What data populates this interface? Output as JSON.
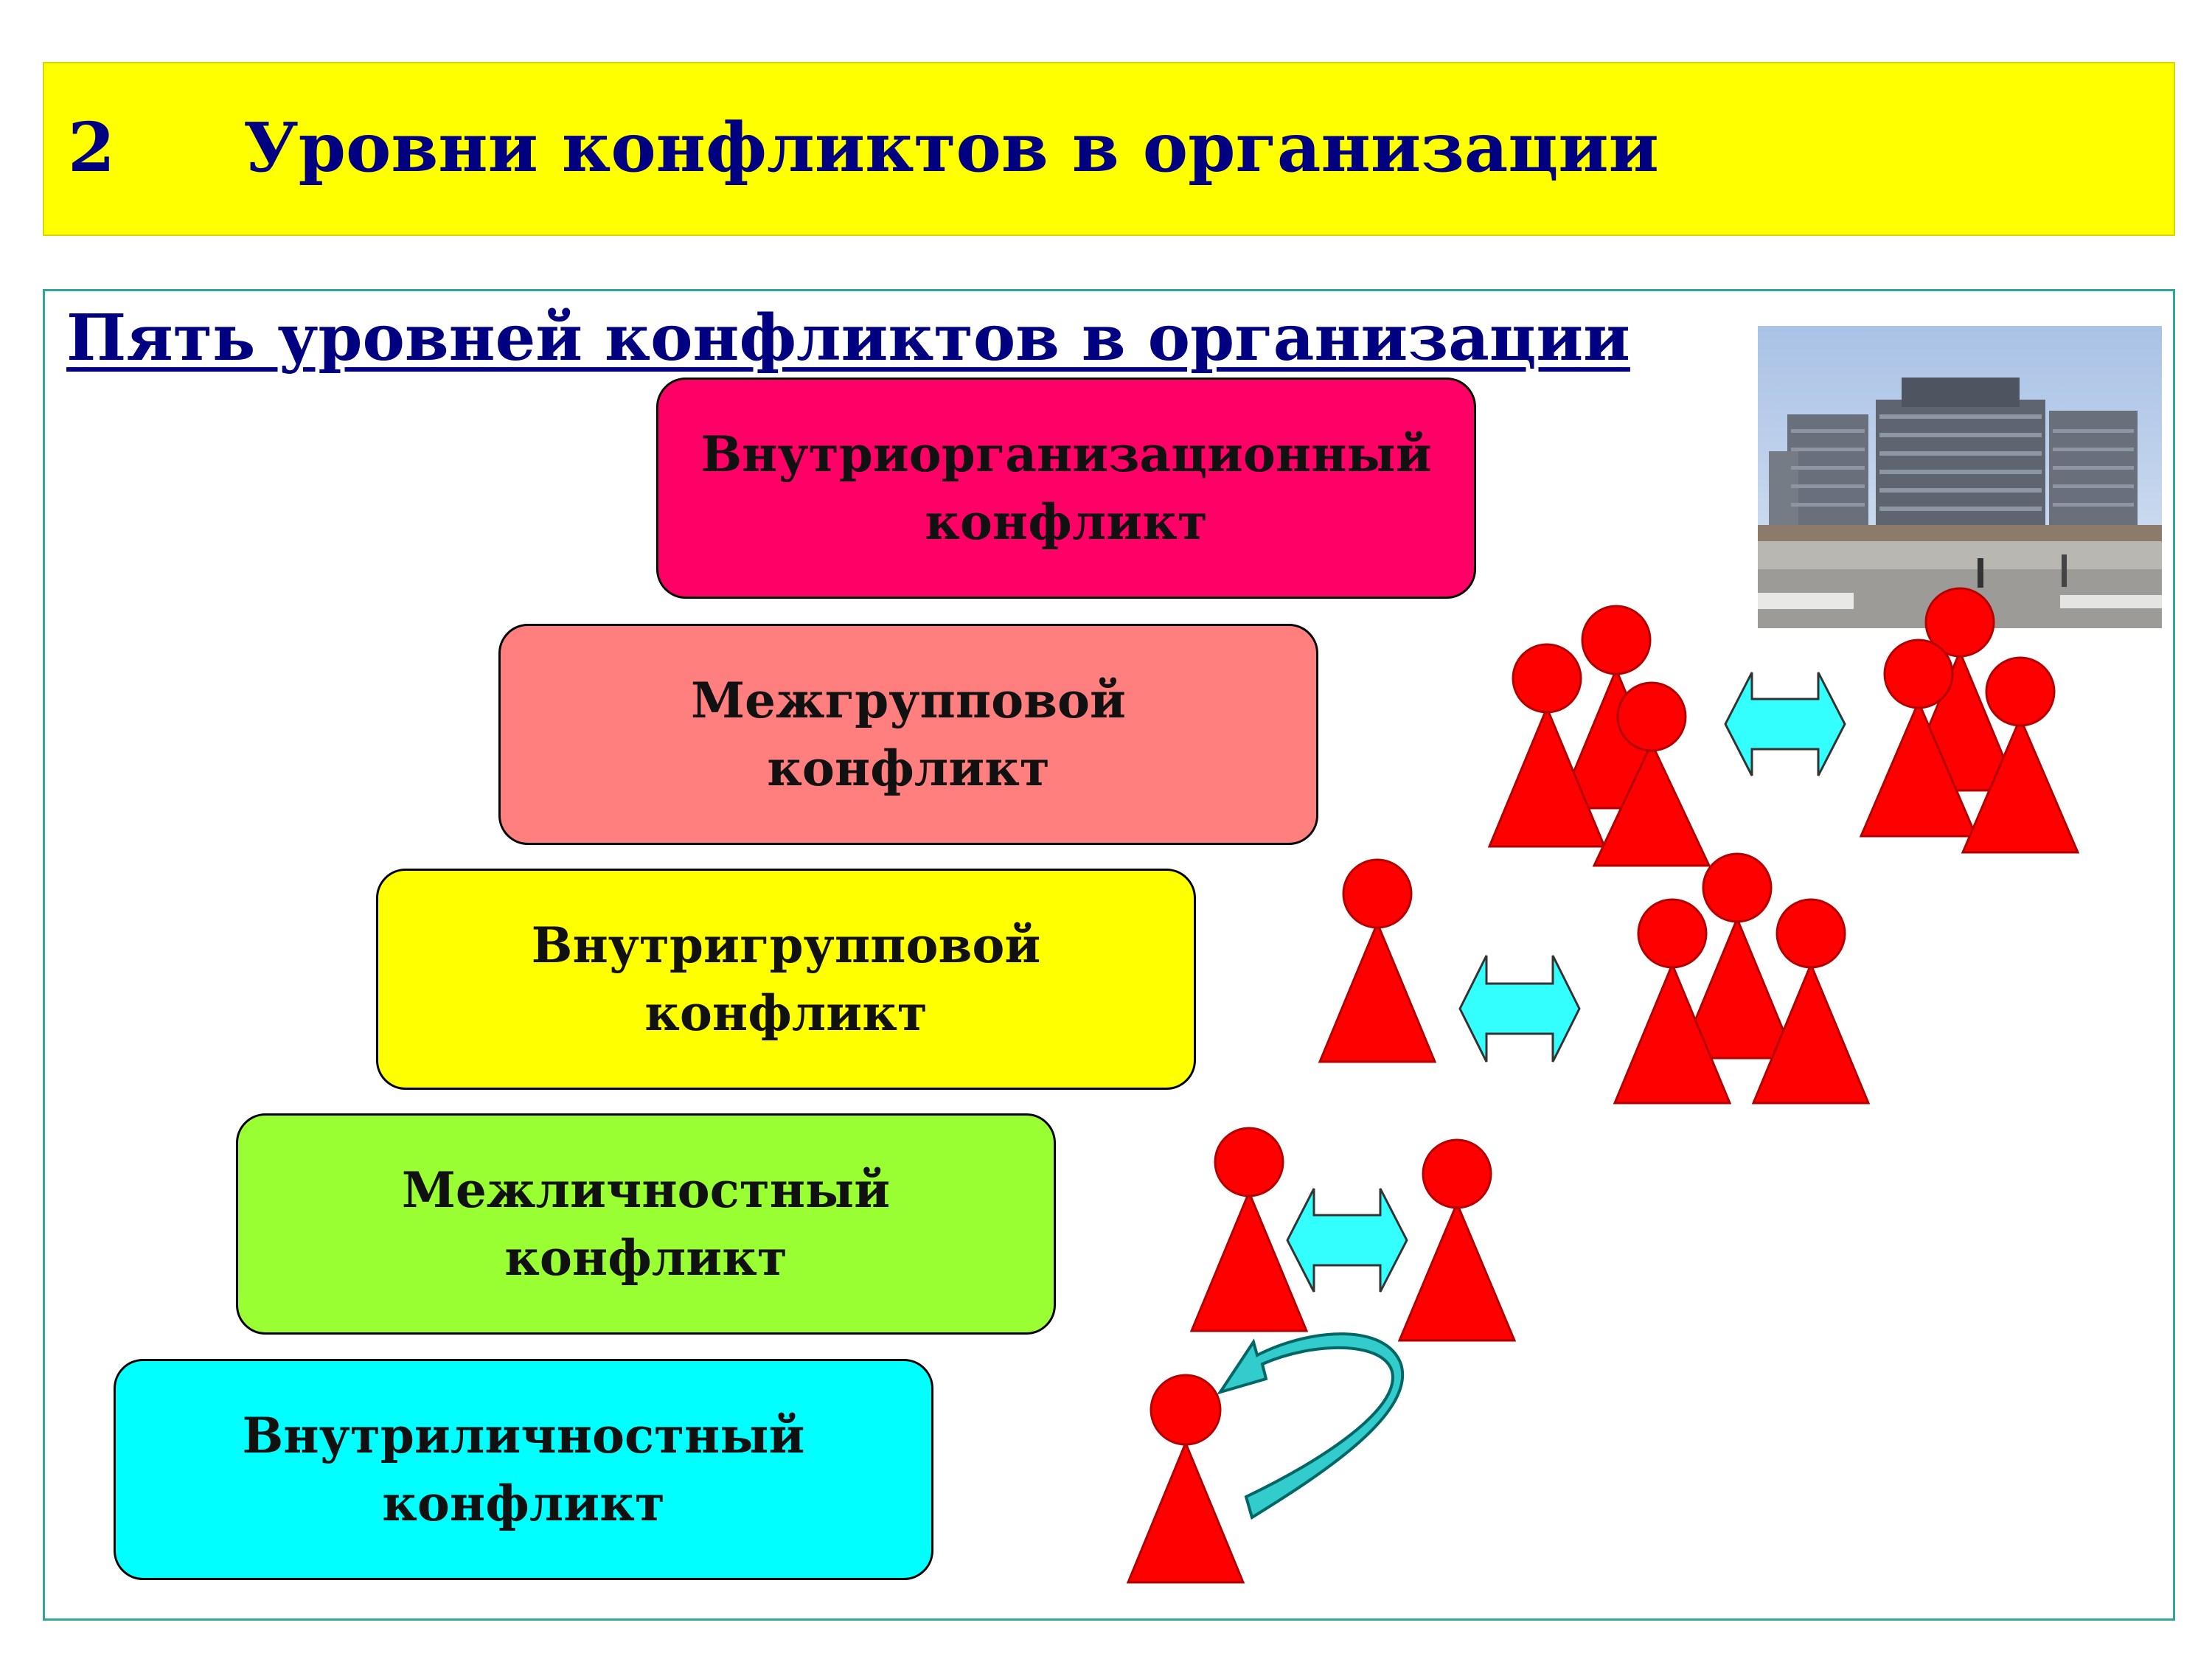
{
  "header": {
    "number": "2",
    "title": "Уровни конфликтов в организации"
  },
  "subtitle": "Пять уровней конфликтов в организации",
  "levels": [
    {
      "line1": "Внутриорганизационный",
      "line2": "конфликт",
      "color": "#ff0066"
    },
    {
      "line1": "Межгрупповой",
      "line2": "конфликт",
      "color": "#ff7f7f"
    },
    {
      "line1": "Внутригрупповой",
      "line2": "конфликт",
      "color": "#ffff00"
    },
    {
      "line1": "Межличностный",
      "line2": "конфликт",
      "color": "#99ff33"
    },
    {
      "line1": "Внутриличностный",
      "line2": "конфликт",
      "color": "#00ffff"
    }
  ],
  "colors": {
    "figure": "#ff0000",
    "arrow": "#33ffff",
    "title_text": "#000080",
    "header_bg": "#ffff00",
    "panel_border": "#33a39c"
  },
  "icons": {
    "person": "person-icon",
    "double_arrow": "double-arrow-icon",
    "curved_arrow": "curved-arrow-icon",
    "photo": "organization-building-photo"
  }
}
